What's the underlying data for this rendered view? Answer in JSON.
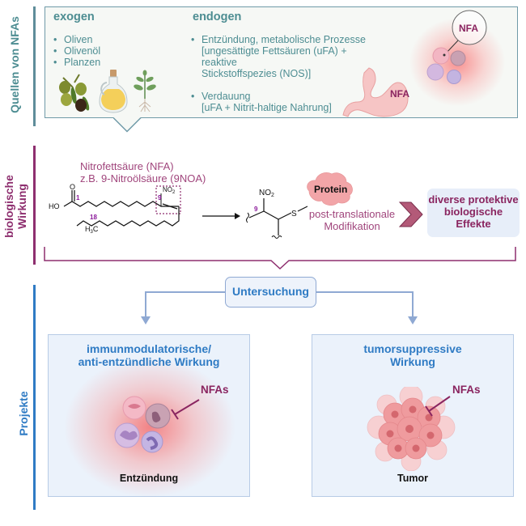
{
  "sections": {
    "sources": {
      "label": "Quellen von NFAs",
      "color": "#4d8d92",
      "exogen": {
        "title": "exogen",
        "items": [
          "Oliven",
          "Olivenöl",
          "Planzen"
        ],
        "icons": [
          "olives-icon",
          "olive-oil-bottle-icon",
          "plant-icon"
        ]
      },
      "endogen": {
        "title": "endogen",
        "items": [
          {
            "line1": "Entzündung, metabolische Prozesse",
            "line2": "[ungesättigte Fettsäuren (uFA) + reaktive",
            "line3": "Stickstoffspezies (NOS)]"
          },
          {
            "line1": "Verdauung",
            "line2": "[uFA + Nitrit-haltige Nahrung]"
          }
        ]
      },
      "stomach_label": "NFA",
      "cells_label": "NFA"
    },
    "biological": {
      "label_line1": "biologische",
      "label_line2": "Wirkung",
      "color": "#8e2f6f",
      "molecule_title": "Nitrofettsäure (NFA)",
      "molecule_subtitle": "z.B. 9-Nitroölsäure (9NOA)",
      "atoms": {
        "ho": "HO",
        "o": "O",
        "no2": "NO",
        "no2_sub": "2",
        "h3c": "H",
        "h3c_sub": "3",
        "c": "C",
        "s": "S"
      },
      "carbon_numbers": {
        "c1": "1",
        "c9": "9",
        "c18": "18"
      },
      "protein_label": "Protein",
      "ptm_line1": "post-translationale",
      "ptm_line2": "Modifikation",
      "effects_line1": "diverse protektive",
      "effects_line2": "biologische",
      "effects_line3": "Effekte"
    },
    "projects": {
      "label": "Projekte",
      "color": "#2f7bc4",
      "hub_label": "Untersuchung",
      "left": {
        "title_line1": "immunmodulatorische/",
        "title_line2": "anti-entzündliche Wirkung",
        "inhibitor_label": "NFAs",
        "caption": "Entzündung"
      },
      "right": {
        "title_line1": "tumorsuppressive",
        "title_line2": "Wirkung",
        "inhibitor_label": "NFAs",
        "caption": "Tumor"
      }
    }
  },
  "colors": {
    "teal": "#4d8d92",
    "border_teal": "#6f9aa8",
    "plum": "#8e2f6f",
    "blue": "#2f7bc4",
    "arrow_blue": "#8fa9d3",
    "chevron": "#b35a78"
  }
}
